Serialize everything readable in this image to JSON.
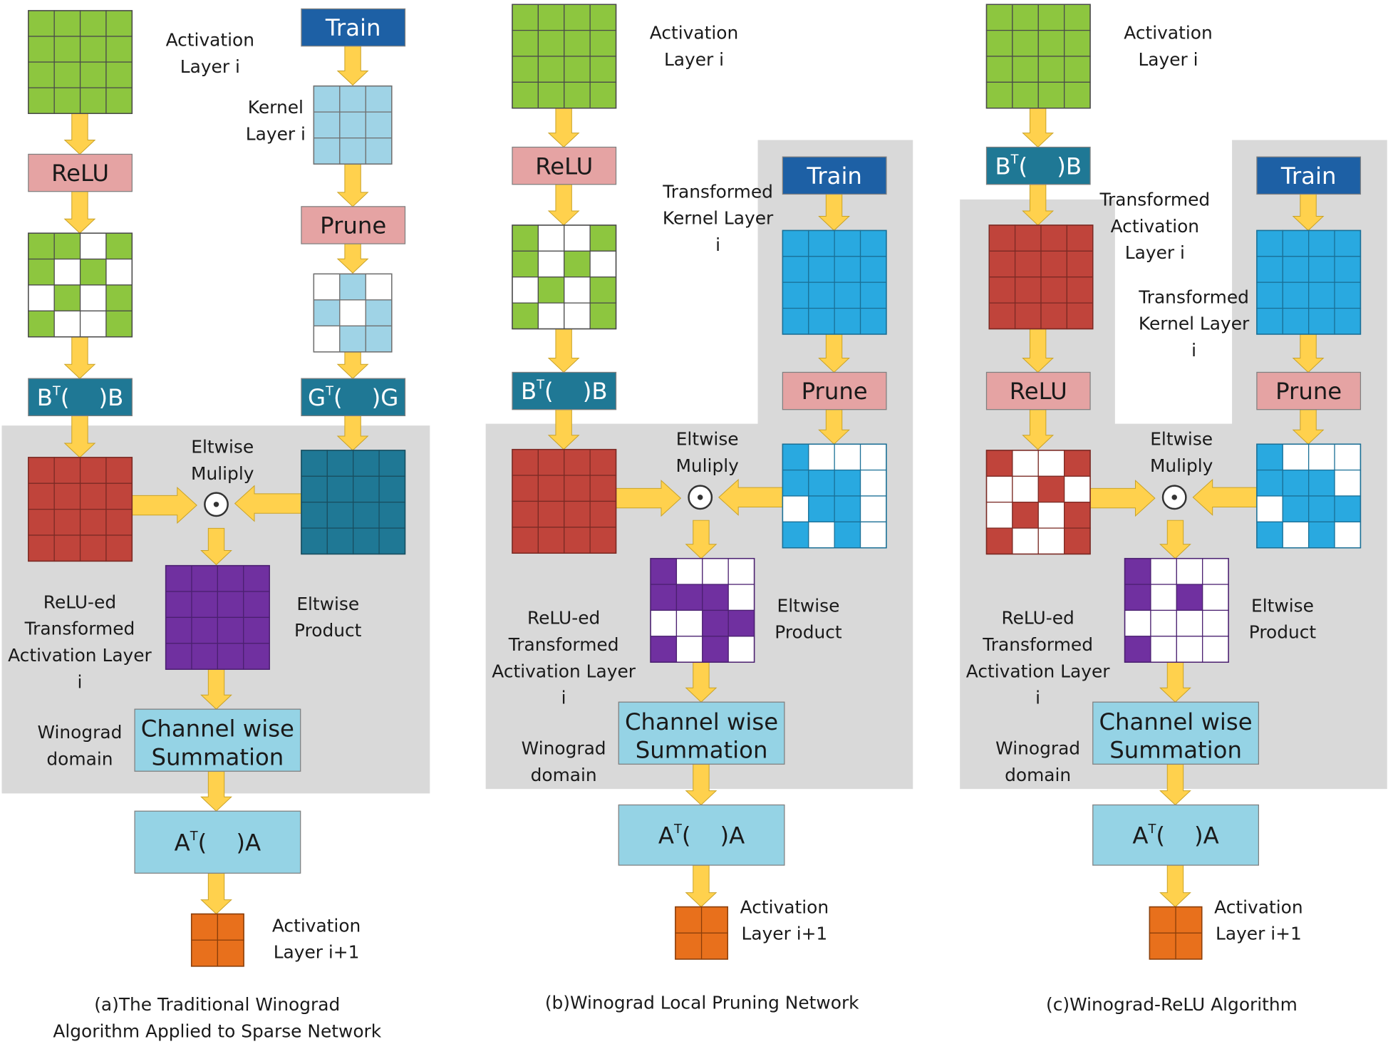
{
  "colors": {
    "green": "#8dc63f",
    "light_blue": "#9fd3e6",
    "teal": "#1f7895",
    "red": "#c0443b",
    "purple": "#7030a0",
    "bright_blue": "#29a9e0",
    "orange": "#e8701c",
    "pink": "#e5a3a3",
    "train_blue": "#1d60a5",
    "box_cyan": "#95d3e5",
    "arrow": "#ffd14d",
    "domain_gray": "#d9d9d9"
  },
  "panel_a": {
    "activation_layer": "Activation Layer i",
    "train": "Train",
    "kernel_layer": "Kernel Layer i",
    "relu": "ReLU",
    "prune": "Prune",
    "bt_b": "B^T(    )B",
    "gt_g": "G^T(    )G",
    "eltwise_multiply": "Eltwise Muliply",
    "relued_transformed": "ReLU-ed Transformed Activation Layer i",
    "eltwise_product": "Eltwise Product",
    "channel_sum": "Channel wise Summation",
    "winograd_domain": "Winograd domain",
    "at_a": "A^T(    )A",
    "activation_next": "Activation Layer i+1",
    "caption": "(a)The Traditional Winograd Algorithm Applied to Sparse Network"
  },
  "panel_b": {
    "activation_layer": "Activation Layer i",
    "relu": "ReLU",
    "train": "Train",
    "transformed_kernel": "Transformed Kernel Layer i",
    "bt_b": "B^T(    )B",
    "prune": "Prune",
    "eltwise_multiply": "Eltwise Muliply",
    "relued_transformed": "ReLU-ed Transformed Activation Layer i",
    "eltwise_product": "Eltwise Product",
    "channel_sum": "Channel wise Summation",
    "winograd_domain": "Winograd domain",
    "at_a": "A^T(    )A",
    "activation_next": "Activation Layer i+1",
    "caption": "(b)Winograd Local Pruning Network"
  },
  "panel_c": {
    "activation_layer": "Activation Layer i",
    "bt_b": "B^T(    )B",
    "train": "Train",
    "transformed_activation": "Transformed Activation Layer i",
    "transformed_kernel": "Transformed Kernel Layer i",
    "relu": "ReLU",
    "prune": "Prune",
    "eltwise_multiply": "Eltwise Muliply",
    "relued_transformed": "ReLU-ed Transformed Activation Layer i",
    "eltwise_product": "Eltwise Product",
    "channel_sum": "Channel wise Summation",
    "winograd_domain": "Winograd domain",
    "at_a": "A^T(    )A",
    "activation_next": "Activation Layer i+1",
    "caption": "(c)Winograd-ReLU Algorithm"
  }
}
